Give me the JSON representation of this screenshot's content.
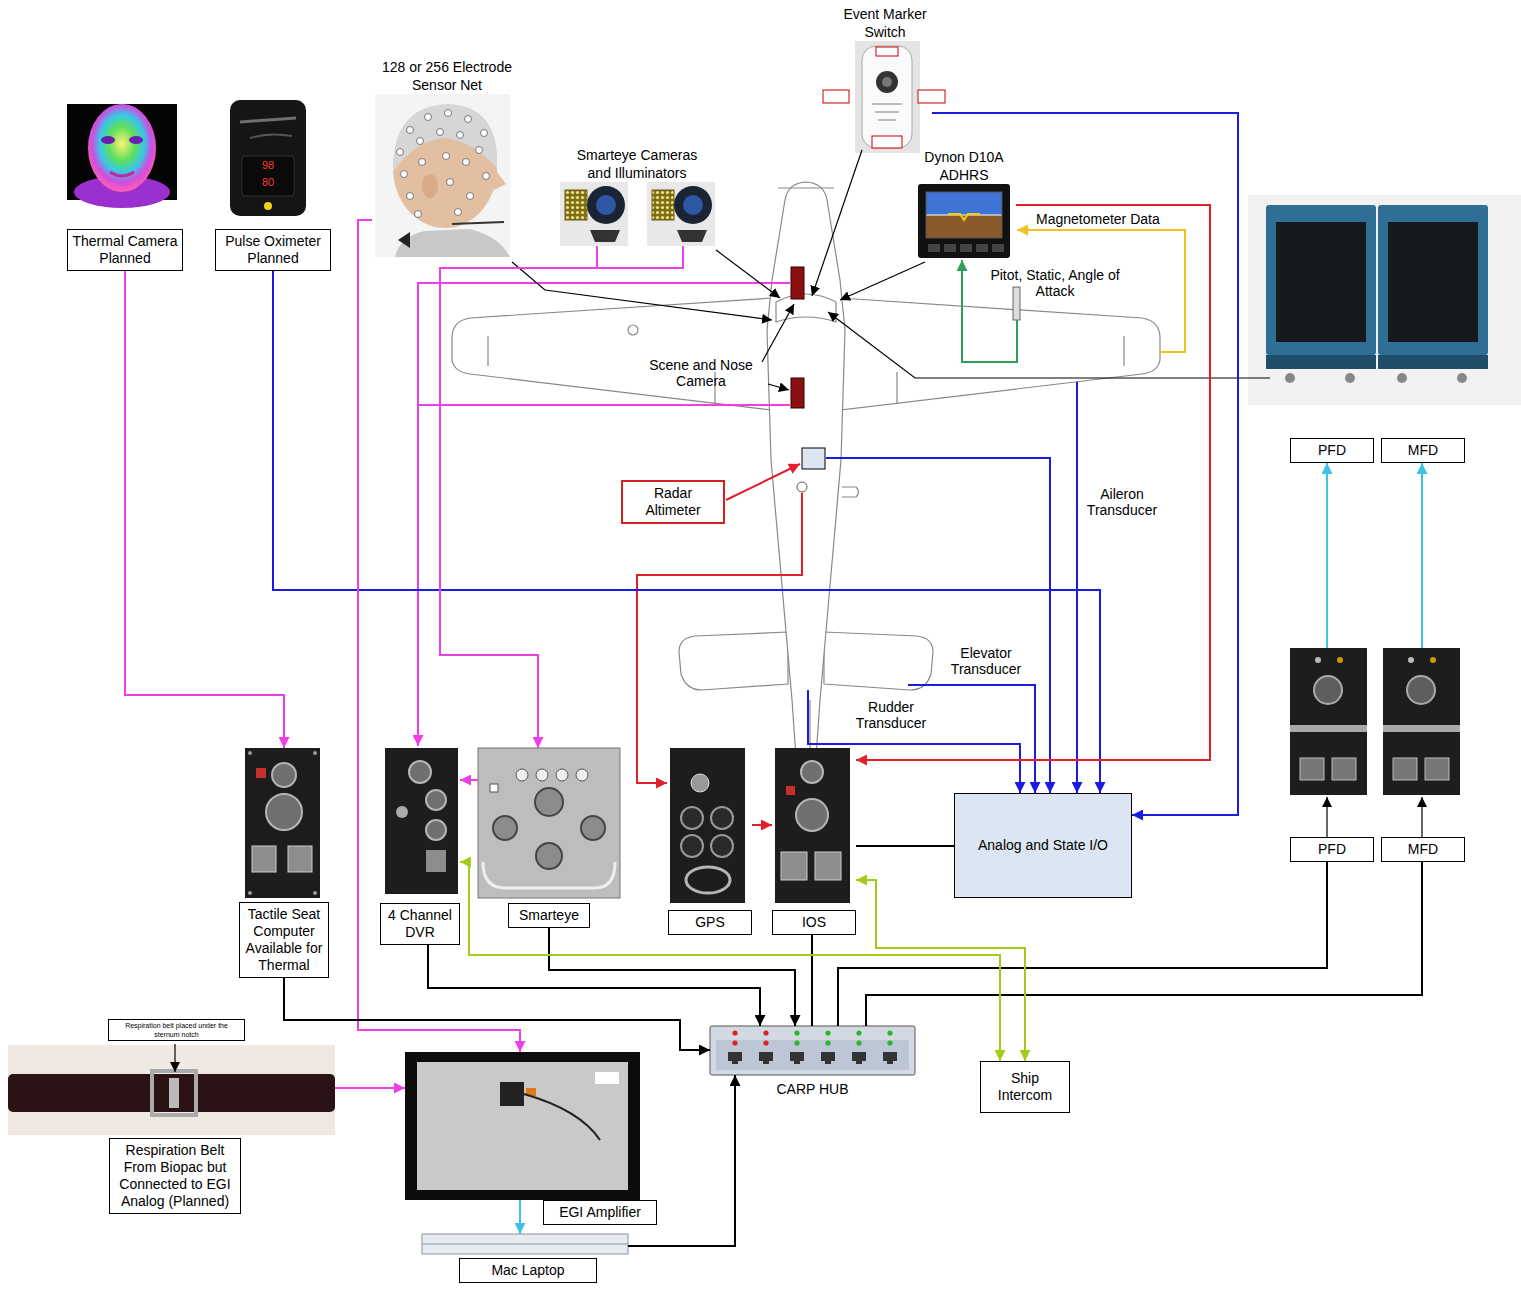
{
  "diagram": {
    "nodes": [
      {
        "text": [
          "Event Marker Switch"
        ]
      },
      {
        "text": [
          "128 or 256 Electrode Sensor Net"
        ]
      },
      {
        "text": [
          "Thermal Camera Planned"
        ]
      },
      {
        "text": [
          "Pulse Oximeter Planned"
        ]
      },
      {
        "text": [
          "Smarteye Cameras and Illuminators"
        ]
      },
      {
        "text": [
          "Dynon D10A ADHRS"
        ]
      },
      {
        "text": [
          "PFD"
        ]
      },
      {
        "text": [
          "MFD"
        ]
      },
      {
        "text": [
          "Radar Altimeter"
        ]
      },
      {
        "text": [
          "PFD"
        ]
      },
      {
        "text": [
          "MFD"
        ]
      },
      {
        "text": [
          "Tactile Seat Computer Available for Thermal"
        ]
      },
      {
        "text": [
          "4 Channel DVR"
        ]
      },
      {
        "text": [
          "Smarteye"
        ]
      },
      {
        "text": [
          "GPS"
        ]
      },
      {
        "text": [
          "IOS"
        ]
      },
      {
        "text": [
          "Analog and State I/O"
        ]
      },
      {
        "text": [
          "CARP HUB"
        ]
      },
      {
        "text": [
          "Ship Intercom"
        ]
      },
      {
        "text": [
          "Respiration belt placed under the sternum notch"
        ]
      },
      {
        "text": [
          "Respiration Belt From Biopac but Connected to EGI Analog (Planned)"
        ]
      },
      {
        "text": [
          "EGI Amplifier"
        ]
      },
      {
        "text": [
          "Mac Laptop"
        ]
      }
    ],
    "edges": [
      {
        "from": 2,
        "to": 11,
        "arrow": "to"
      },
      {
        "from": 3,
        "to": 16,
        "arrow": "to"
      },
      {
        "from": 0,
        "to": 16,
        "arrow": "to"
      },
      {
        "from": 1,
        "to": 21,
        "arrow": "to"
      },
      {
        "from": 4,
        "to": 13,
        "arrow": "to"
      },
      {
        "from": 13,
        "to": 12,
        "arrow": "to"
      },
      {
        "from": 20,
        "to": 21,
        "arrow": "to"
      },
      {
        "from": 21,
        "to": 22,
        "arrow": "to"
      },
      {
        "from": 22,
        "to": 17,
        "arrow": "to"
      },
      {
        "from": 11,
        "to": 17,
        "arrow": "to"
      },
      {
        "from": 12,
        "to": 17,
        "arrow": "to"
      },
      {
        "from": 13,
        "to": 17,
        "arrow": "to"
      },
      {
        "from": 15,
        "to": 17,
        "arrow": "none"
      },
      {
        "from": 17,
        "to": 9,
        "arrow": "none"
      },
      {
        "from": 17,
        "to": 10,
        "arrow": "none"
      },
      {
        "from": 9,
        "to": 6,
        "arrow": "to"
      },
      {
        "from": 10,
        "to": 7,
        "arrow": "to"
      },
      {
        "from": 5,
        "to": 15,
        "arrow": "to"
      },
      {
        "from": 14,
        "to": 15,
        "arrow": "to"
      },
      {
        "from": 18,
        "to": 12,
        "arrow": "both"
      },
      {
        "from": 18,
        "to": 15,
        "arrow": "both"
      },
      {
        "from": 15,
        "to": 16,
        "arrow": "none"
      }
    ],
    "labels": [
      "98",
      "80",
      "Magnetometer Data",
      "Pitot, Static, Angle of Attack",
      "Scene and Nose Camera",
      "Aileron Transducer",
      "Elevator Transducer",
      "Rudder Transducer"
    ]
  }
}
